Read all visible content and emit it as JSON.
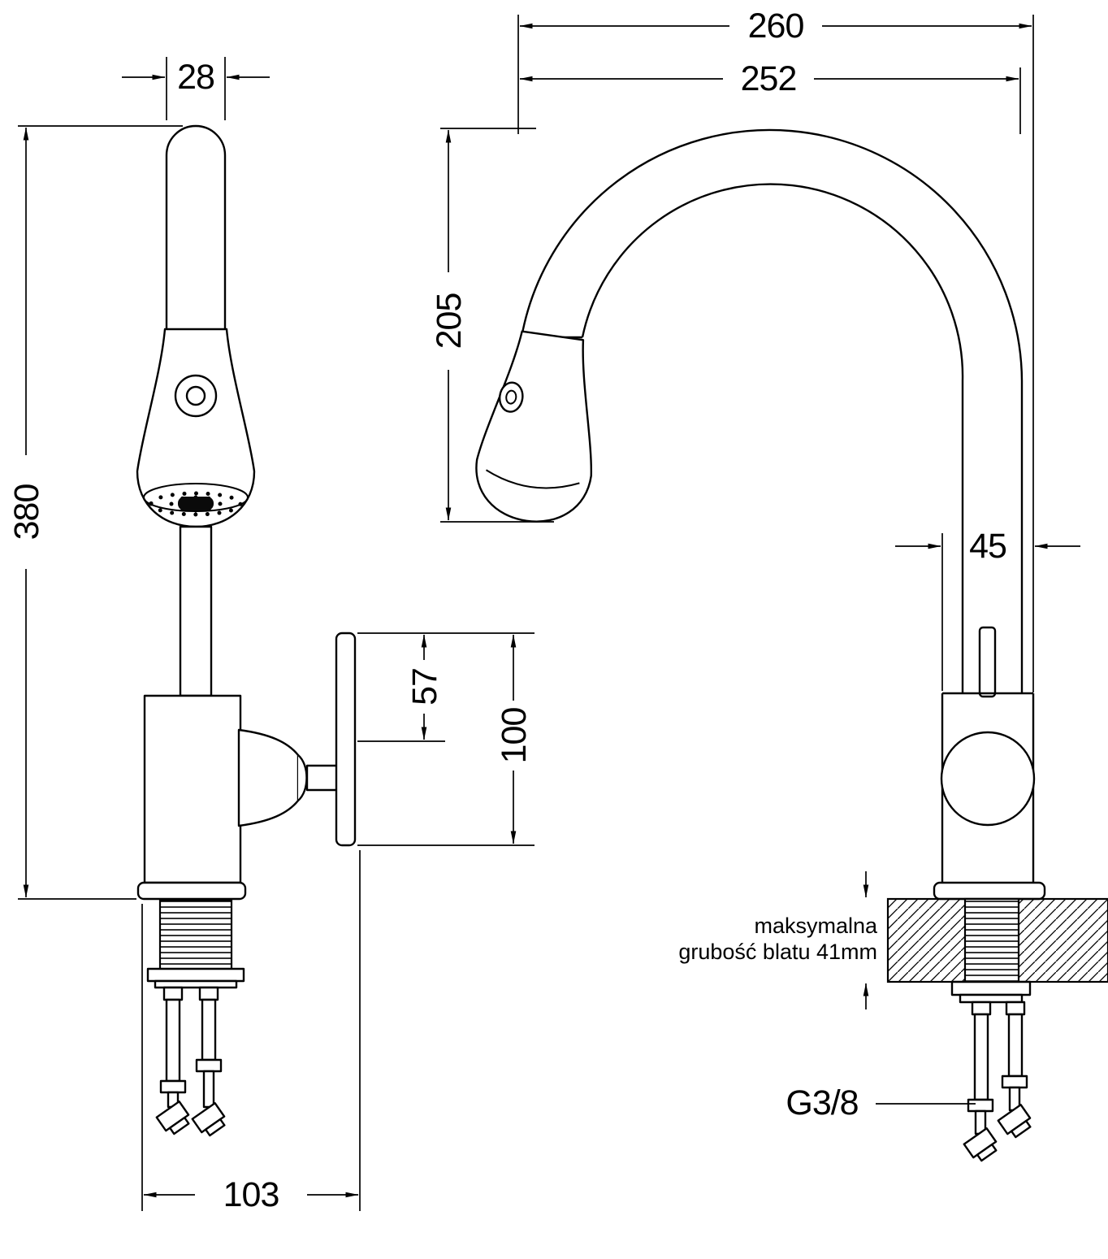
{
  "colors": {
    "ink": "#000000",
    "paper": "#ffffff"
  },
  "front_view": {
    "dim_spout_tube_width": "28",
    "dim_total_height": "380",
    "dim_lever_offset": "57",
    "dim_lever_height": "100",
    "dim_base_span": "103"
  },
  "side_view": {
    "dim_overall_reach": "260",
    "dim_spout_reach": "252",
    "dim_spout_clearance": "205",
    "dim_body_depth": "45",
    "countertop_note": {
      "line1": "maksymalna",
      "line2": "grubość blatu 41mm"
    },
    "thread_label": "G3/8"
  }
}
